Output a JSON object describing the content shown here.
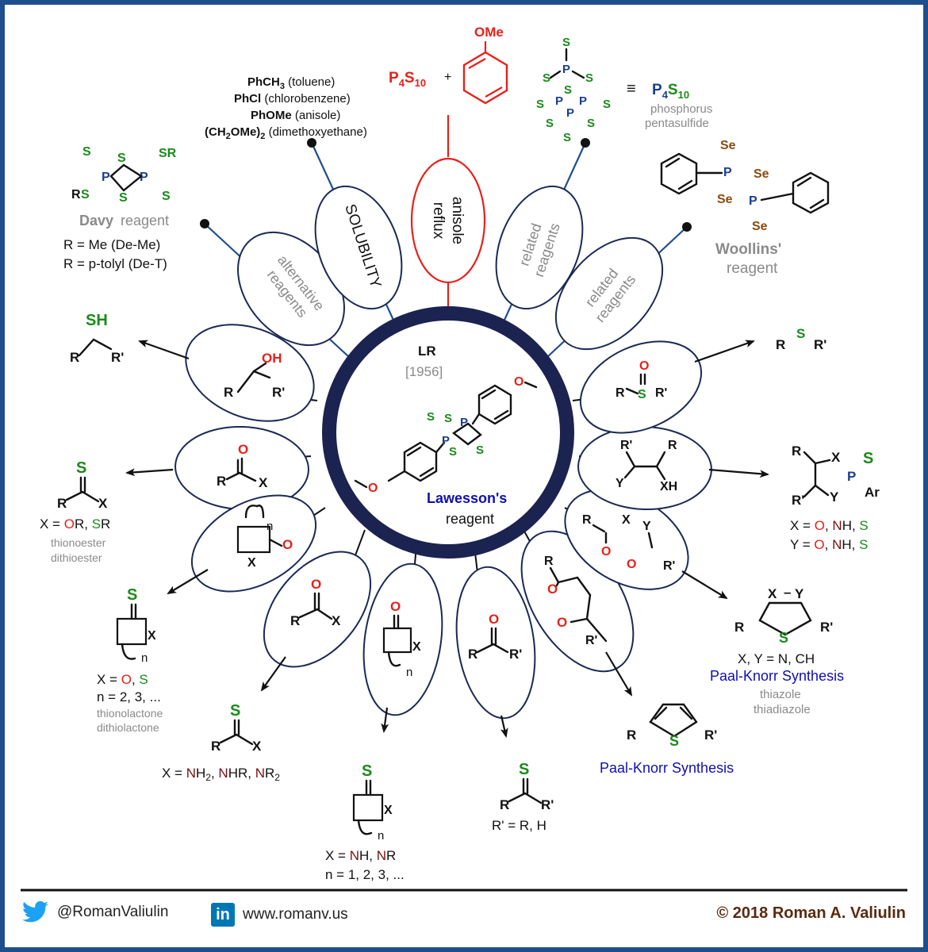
{
  "center": {
    "title": "LR",
    "year": "[1956]",
    "name": "Lawesson's",
    "subtitle": "reagent"
  },
  "petals_top": {
    "alternative": "alternative\nreagents",
    "solubility": "SOLUBILITY",
    "reflux": "anisole\nreflux",
    "related1": "related\nreagents",
    "related2": "related\nreagents"
  },
  "solvents": [
    "(toluene)",
    "(chlorobenzene)",
    "(anisole)",
    "(dimethoxyethane)"
  ],
  "solvent_formulas": [
    "PhCH3",
    "PhCl",
    "PhOMe",
    "(CH2OMe)2"
  ],
  "p4s10": {
    "formula": "P4S10",
    "plus": "+",
    "ome": "OMe",
    "equiv": "≡",
    "name1": "phosphorus",
    "name2": "pentasulfide"
  },
  "davy": {
    "label": "Davy",
    "reagent": "reagent",
    "r1": "R = Me (De-Me)",
    "r2": "R = p-tolyl (De-T)"
  },
  "woollins": {
    "label": "Woollins'",
    "reagent": "reagent"
  },
  "products": {
    "thiol_note": "",
    "thionoester": {
      "x": "X = OR, SR",
      "n1": "thionoester",
      "n2": "dithioester"
    },
    "thionolactone": {
      "x": "X = O, S",
      "n": "n = 2, 3, ...",
      "n1": "thionolactone",
      "n2": "dithiolactone"
    },
    "thioamide": {
      "x": "X = NH2, NHR, NR2"
    },
    "thiolactam": {
      "x": "X = NH, NR",
      "n": "n = 1, 2, 3, ..."
    },
    "thioketone": {
      "x": "R' = R, H"
    },
    "thiophene": {
      "name": "Paal-Knorr Synthesis"
    },
    "thiazole": {
      "x": "X, Y = N, CH",
      "name": "Paal-Knorr Synthesis",
      "n1": "thiazole",
      "n2": "thiadiazole"
    },
    "heterocycle": {
      "x": "X = O, NH, S",
      "y": "Y = O, NH, S"
    }
  },
  "footer": {
    "twitter": "@RomanValiulin",
    "web": "www.romanv.us",
    "copyright": "© 2018 Roman A. Valiulin"
  },
  "colors": {
    "frame": "#1f4e8c",
    "ring": "#1b2350",
    "sulfur": "#1a8a1a",
    "phosphorus": "#1a3f8f",
    "oxygen": "#e8201a",
    "selenium": "#8a4b0f",
    "nitrogen": "#7a1010",
    "link": "#1010b0"
  }
}
